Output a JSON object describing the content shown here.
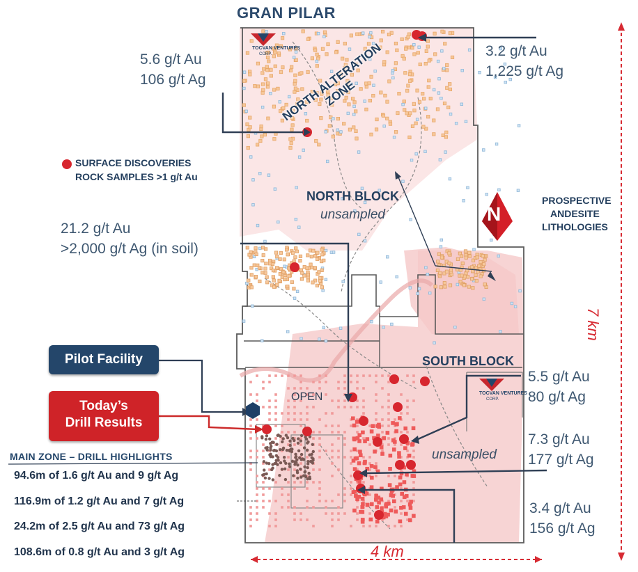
{
  "title": "GRAN PILAR",
  "zones": {
    "north_alteration_line1": "NORTH ALTERATION",
    "north_alteration_line2": "ZONE",
    "north_block": "NORTH BLOCK",
    "north_block_status": "unsampled",
    "south_block": "SOUTH BLOCK",
    "south_block_status": "unsampled",
    "open_label": "OPEN"
  },
  "legend": {
    "line1": "SURFACE DISCOVERIES",
    "line2": "ROCK SAMPLES >1 g/t Au"
  },
  "andesite": {
    "line1": "PROSPECTIVE",
    "line2": "ANDESITE",
    "line3": "LITHOLOGIES"
  },
  "grades": {
    "nw_au": "5.6 g/t Au",
    "nw_ag": "106 g/t Ag",
    "ne_au": "3.2 g/t Au",
    "ne_ag": "1,225 g/t Ag",
    "soil_au": "21.2 g/t Au",
    "soil_ag": ">2,000 g/t Ag (in soil)",
    "s1_au": "5.5 g/t Au",
    "s1_ag": "80 g/t Ag",
    "s2_au": "7.3 g/t Au",
    "s2_ag": "177 g/t Ag",
    "s3_au": "3.4 g/t Au",
    "s3_ag": "156 g/t Ag"
  },
  "buttons": {
    "pilot": "Pilot Facility",
    "drill_line1": "Today’s",
    "drill_line2": "Drill Results"
  },
  "main_zone": {
    "header": "MAIN ZONE – DRILL HIGHLIGHTS",
    "items": [
      "94.6m of 1.6 g/t Au and 9 g/t Ag",
      "116.9m of 1.2 g/t Au and 7 g/t Ag",
      "24.2m of 2.5 g/t Au and 73 g/t Ag",
      "108.6m of 0.8 g/t Au and 3 g/t Ag"
    ]
  },
  "scale": {
    "width": "4 km",
    "height": "7 km"
  },
  "logo": {
    "text": "TOCVAN VENTURES",
    "subtext": "CORP."
  },
  "north_arrow": "N",
  "colors": {
    "navy": "#24466a",
    "red": "#d72a32",
    "pink": "#f8dcdc",
    "outline": "#555555"
  }
}
